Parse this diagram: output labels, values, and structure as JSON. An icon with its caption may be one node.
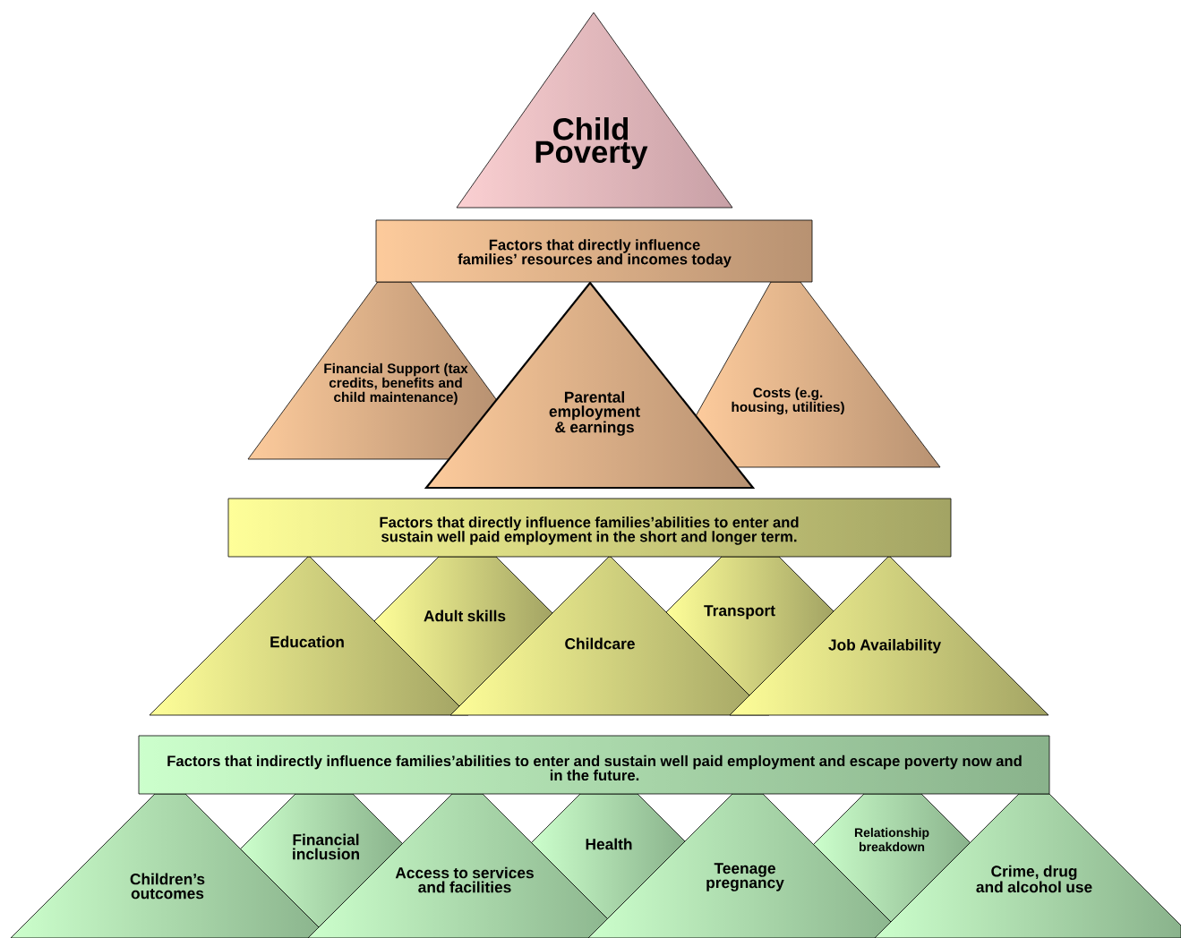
{
  "diagram": {
    "nodes": [
      {
        "text": [
          "Child Poverty"
        ]
      },
      {
        "text": [
          "Factors that directly influence families’ resources and incomes today"
        ]
      },
      {
        "text": [
          "Financial Support (tax credits, benefits and child maintenance)"
        ]
      },
      {
        "text": [
          "Parental employment & earnings"
        ]
      },
      {
        "text": [
          "Costs (e.g. housing, utilities)"
        ]
      },
      {
        "text": [
          "Factors that directly influence families’abilities to enter and sustain well paid employment in the short and longer term."
        ]
      },
      {
        "text": [
          "Education"
        ]
      },
      {
        "text": [
          "Adult skills"
        ]
      },
      {
        "text": [
          "Childcare"
        ]
      },
      {
        "text": [
          "Transport"
        ]
      },
      {
        "text": [
          "Job Availability"
        ]
      },
      {
        "text": [
          "Factors that indirectly influence families’abilities to enter and sustain well paid employment and escape poverty now and in the future."
        ]
      },
      {
        "text": [
          "Children’s outcomes"
        ]
      },
      {
        "text": [
          "Financial inclusion"
        ]
      },
      {
        "text": [
          "Access to services and facilities"
        ]
      },
      {
        "text": [
          "Health"
        ]
      },
      {
        "text": [
          "Teenage pregnancy"
        ]
      },
      {
        "text": [
          "Relationship breakdown"
        ]
      },
      {
        "text": [
          "Crime, drug and alcohol use"
        ]
      }
    ]
  }
}
